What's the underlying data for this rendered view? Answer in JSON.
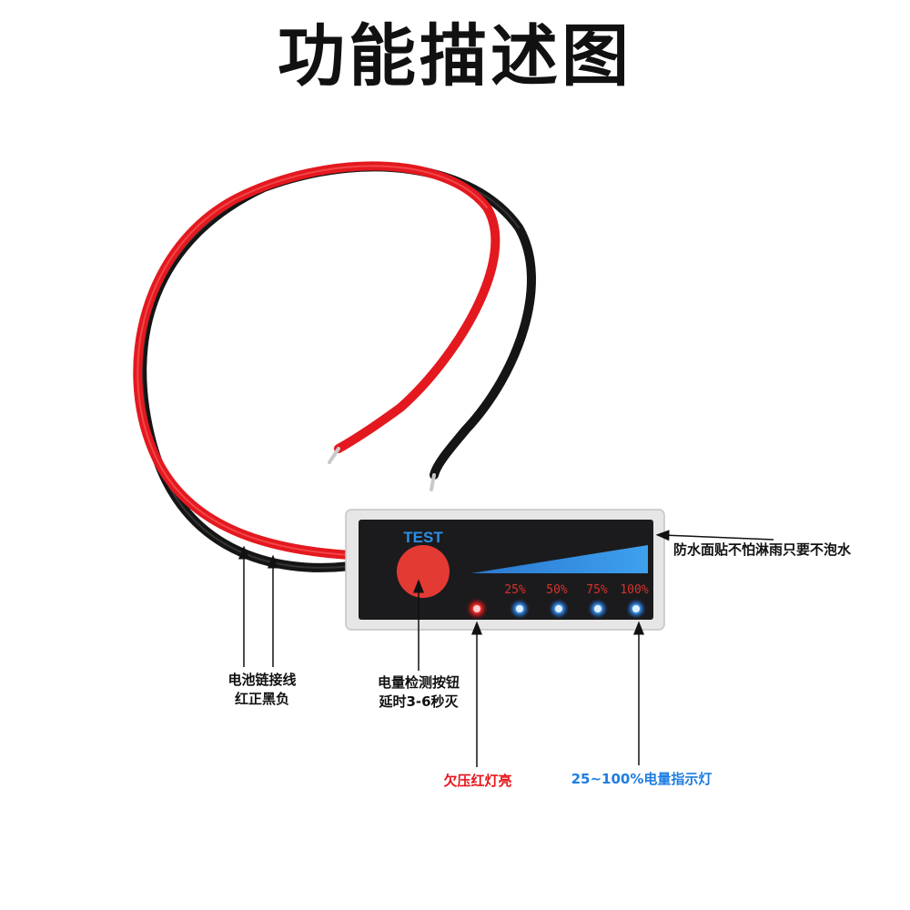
{
  "title": "功能描述图",
  "device": {
    "test_label": "TEST",
    "level_labels": [
      "25%",
      "50%",
      "75%",
      "100%"
    ]
  },
  "callouts": {
    "waterproof": "防水面贴不怕淋雨只要不泡水",
    "battery_wire": [
      "电池链接线",
      "红正黑负"
    ],
    "test_button": [
      "电量检测按钮",
      "延时3-6秒灭"
    ],
    "low_voltage": "欠压红灯亮",
    "level_lights": "25~100%电量指示灯"
  },
  "colors": {
    "red_wire": "#e3191f",
    "black_wire": "#151515",
    "panel": "#1b1b1d",
    "test_text": "#2c8ee6",
    "button": "#e43a34",
    "level_bar": "#2f8fe0",
    "red_led": "#ff2020",
    "blue_led": "#1f86ff",
    "level_text": "#d8322c",
    "low_voltage_text": "#e8151b",
    "level_lights_text": "#1e7de0"
  }
}
